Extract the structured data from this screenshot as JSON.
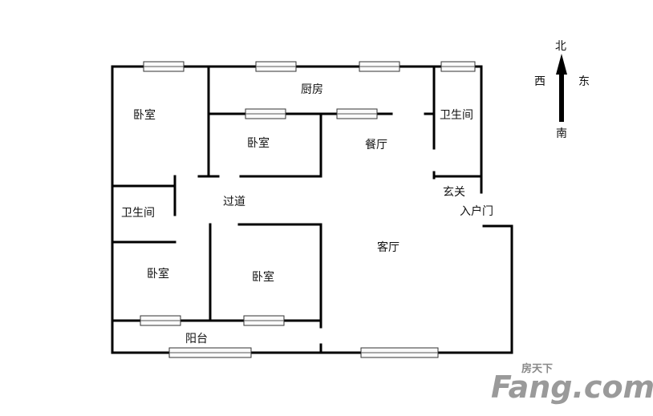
{
  "rooms": {
    "kitchen": "厨房",
    "bedroom_nw": "卧室",
    "bedroom_center": "卧室",
    "dining": "餐厅",
    "bath_ne": "卫生间",
    "foyer": "玄关",
    "entry_door": "入户门",
    "corridor": "过道",
    "bath_w": "卫生间",
    "bedroom_sw": "卧室",
    "bedroom_s": "卧室",
    "living": "客厅",
    "balcony": "阳台"
  },
  "compass": {
    "north": "北",
    "west": "西",
    "east": "东",
    "south": "南"
  },
  "watermark": {
    "cn": "房天下",
    "en": "Fang.com"
  }
}
